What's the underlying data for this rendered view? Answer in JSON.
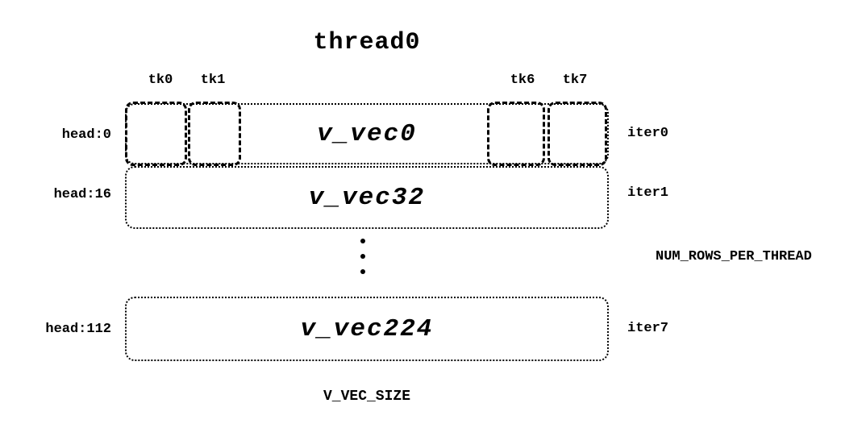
{
  "diagram": {
    "title": "thread0",
    "tk_labels": [
      "tk0",
      "tk1",
      "tk6",
      "tk7"
    ],
    "rows": [
      {
        "head": "head:0",
        "vec": "v_vec0",
        "iter": "iter0"
      },
      {
        "head": "head:16",
        "vec": "v_vec32",
        "iter": "iter1"
      },
      {
        "head": "head:112",
        "vec": "v_vec224",
        "iter": "iter7"
      }
    ],
    "right_note": "NUM_ROWS_PER_THREAD",
    "bottom_label": "V_VEC_SIZE"
  }
}
